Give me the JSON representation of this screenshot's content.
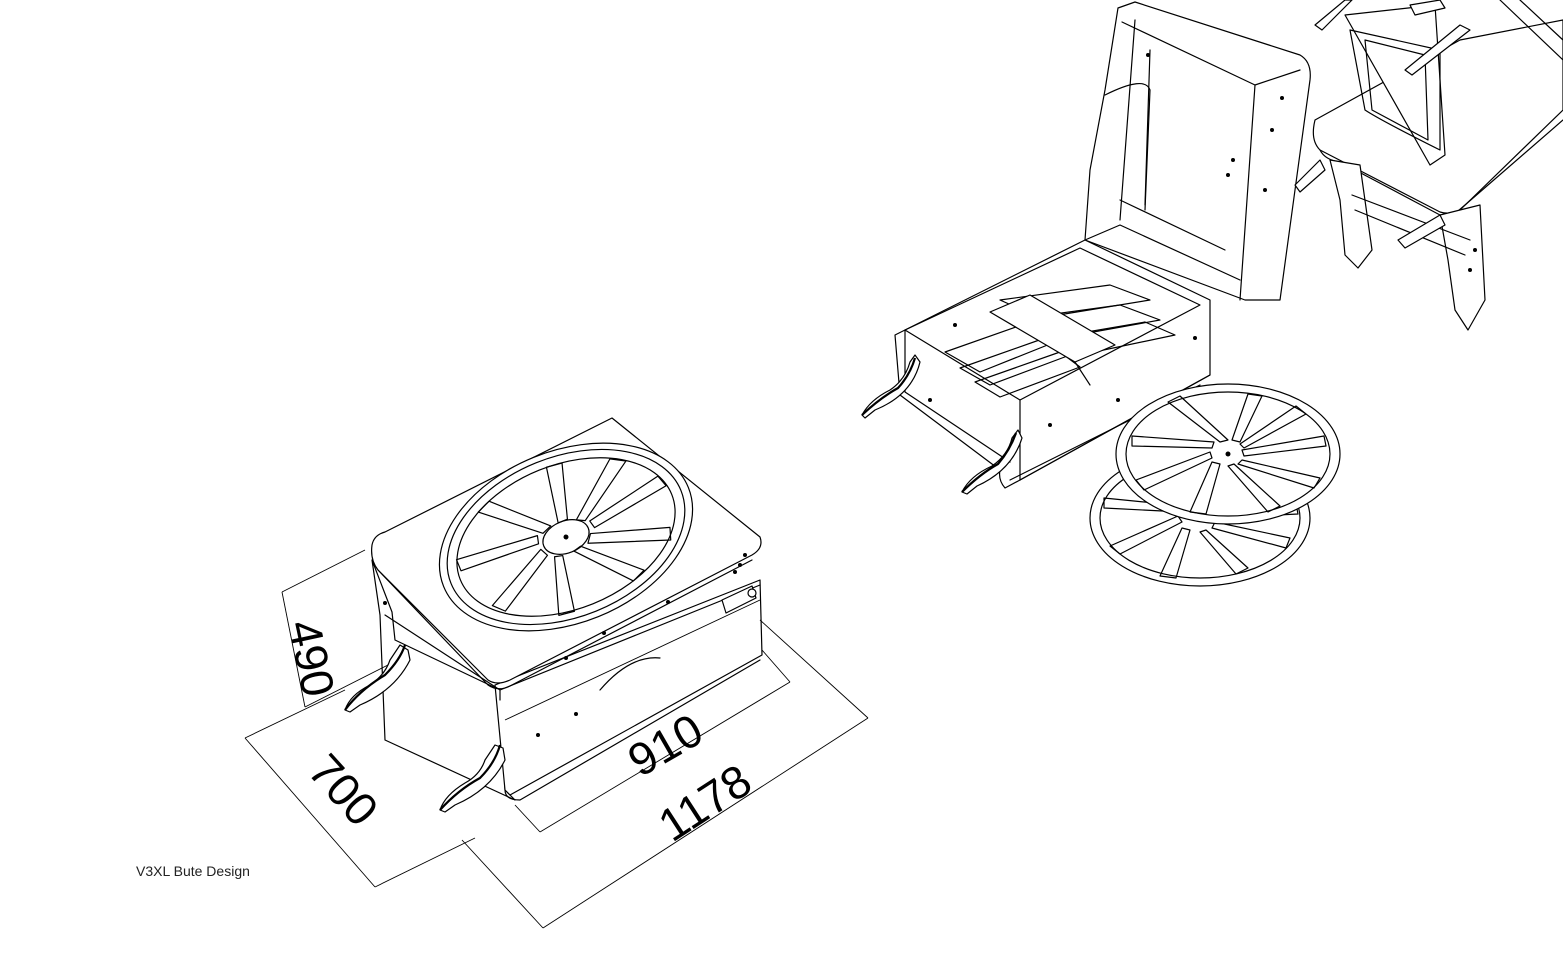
{
  "caption": "V3XL Bute Design",
  "dimensions": {
    "height": "490",
    "depth": "700",
    "inner_length": "910",
    "overall_length": "1178"
  }
}
